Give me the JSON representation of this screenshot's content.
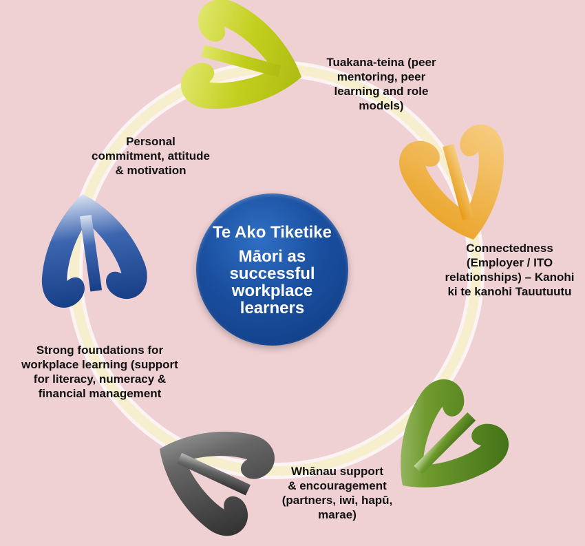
{
  "center": {
    "title": "Te Ako Tiketike",
    "subtitle": "Māori as\nsuccessful\nworkplace\nlearners"
  },
  "labels": {
    "tuakana": "Tuakana-teina (peer\nmentoring, peer\nlearning and role\nmodels)",
    "connectedness": "Connectedness\n(Employer / ITO\nrelationships) – Kanohi\nki te kanohi Tauutuutu",
    "whanau": "Whānau support\n& encouragement\n(partners, iwi, hapū,\nmarae)",
    "foundations": "Strong foundations for\nworkplace learning (support\nfor literacy, numeracy &\nfinancial management",
    "personal": "Personal\ncommitment, attitude\n& motivation"
  },
  "colors": {
    "background": "#efd0d3",
    "center": "#1a4f9f",
    "arm_green_yellow": "#c3cf1e",
    "arm_orange": "#e8a21e",
    "arm_green": "#5f8a24",
    "arm_grey": "#4a4a4a",
    "arm_blue": "#1f4f9c"
  },
  "icons": [
    "manaia-koru-arrow-icon"
  ]
}
